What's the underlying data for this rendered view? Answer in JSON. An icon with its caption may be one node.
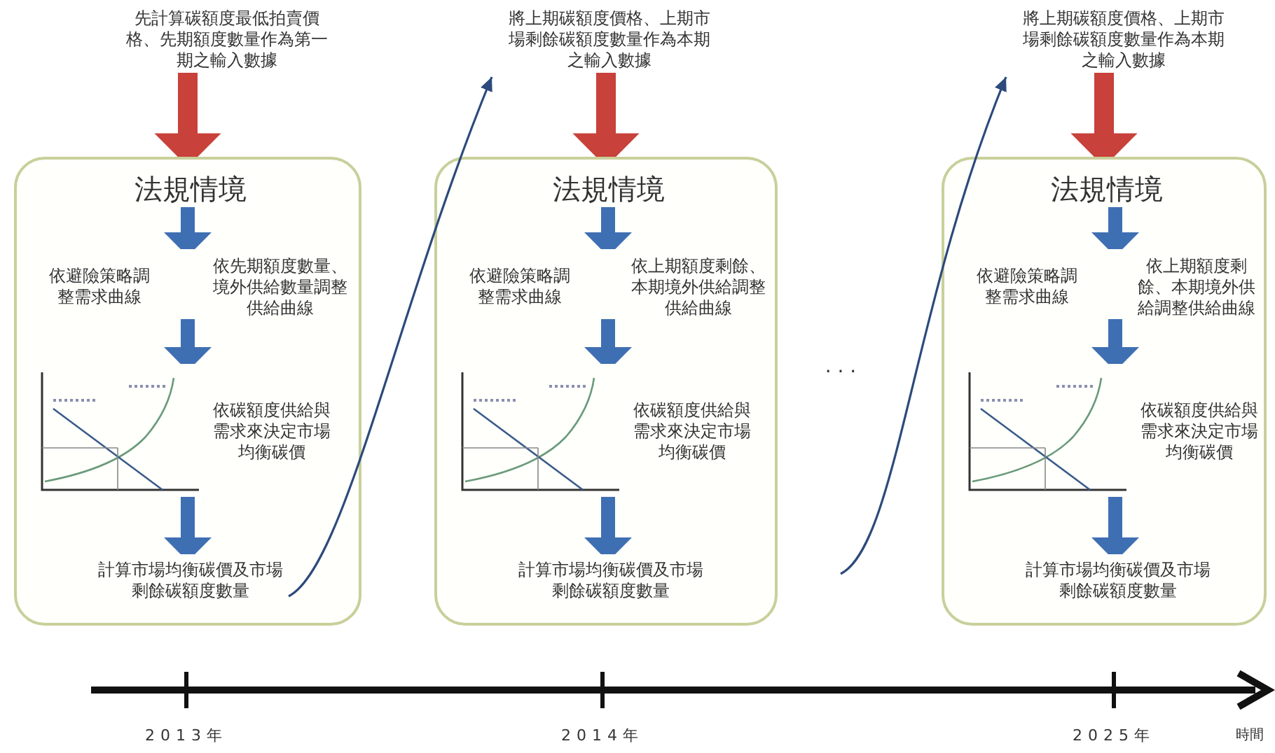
{
  "diagram": {
    "nodes": [
      {
        "text": [
          "先計算碳額度最低拍賣價格、先期額度數量作為第一期之輸入數據"
        ]
      },
      {
        "text": [],
        "shape": "box"
      },
      {
        "text": [
          "法規情境"
        ],
        "in": 1
      },
      {
        "text": [
          "依避險策略調整需求曲線"
        ],
        "in": 1
      },
      {
        "text": [
          "依先期額度數量、境外供給數量調整供給曲線"
        ],
        "in": 1
      },
      {
        "text": [],
        "shape": "picture",
        "in": 1,
        "beside": [
          "依碳額度供給與需求來決定市場均衡碳價"
        ]
      },
      {
        "text": [
          "計算市場均衡碳價及市場剩餘碳額度數量"
        ],
        "in": 1
      },
      {
        "text": [
          "將上期碳額度價格、上期市場剩餘碳額度數量作為本期之輸入數據"
        ]
      },
      {
        "text": [],
        "shape": "box"
      },
      {
        "text": [
          "法規情境"
        ],
        "in": 8
      },
      {
        "text": [
          "依避險策略調整需求曲線"
        ],
        "in": 8
      },
      {
        "text": [
          "依上期額度剩餘、本期境外供給調整供給曲線"
        ],
        "in": 8
      },
      {
        "text": [],
        "shape": "picture",
        "in": 8,
        "beside": [
          "依碳額度供給與需求來決定市場均衡碳價"
        ]
      },
      {
        "text": [
          "計算市場均衡碳價及市場剩餘碳額度數量"
        ],
        "in": 8
      },
      {
        "text": [
          "將上期碳額度價格、上期市場剩餘碳額度數量作為本期之輸入數據"
        ]
      },
      {
        "text": [],
        "shape": "box"
      },
      {
        "text": [
          "法規情境"
        ],
        "in": 15
      },
      {
        "text": [
          "依避險策略調整需求曲線"
        ],
        "in": 15
      },
      {
        "text": [
          "依上期額度剩餘、本期境外供給調整供給曲線"
        ],
        "in": 15
      },
      {
        "text": [],
        "shape": "picture",
        "in": 15,
        "beside": [
          "依碳額度供給與需求來決定市場均衡碳價"
        ]
      },
      {
        "text": [
          "計算市場均衡碳價及市場剩餘碳額度數量"
        ],
        "in": 15
      }
    ],
    "edges": [
      {
        "from": 0,
        "to": 1,
        "arrow": "to",
        "color": "#c8413a"
      },
      {
        "from": 2,
        "to": 3,
        "arrow": "to"
      },
      {
        "from": 2,
        "to": 4,
        "arrow": "to"
      },
      {
        "from": 4,
        "to": 5,
        "arrow": "to"
      },
      {
        "from": 5,
        "to": 6,
        "arrow": "to"
      },
      {
        "from": 7,
        "to": 8,
        "arrow": "to",
        "color": "#c8413a"
      },
      {
        "from": 9,
        "to": 10,
        "arrow": "to"
      },
      {
        "from": 9,
        "to": 11,
        "arrow": "to"
      },
      {
        "from": 11,
        "to": 12,
        "arrow": "to"
      },
      {
        "from": 12,
        "to": 13,
        "arrow": "to"
      },
      {
        "from": 14,
        "to": 15,
        "arrow": "to",
        "color": "#c8413a"
      },
      {
        "from": 16,
        "to": 17,
        "arrow": "to"
      },
      {
        "from": 16,
        "to": 18,
        "arrow": "to"
      },
      {
        "from": 18,
        "to": 19,
        "arrow": "to"
      },
      {
        "from": 19,
        "to": 20,
        "arrow": "to"
      },
      {
        "from": 6,
        "to": 7,
        "arrow": "to",
        "color": "#2c4a7c"
      },
      {
        "from": null,
        "to": 14,
        "arrow": "to",
        "color": "#2c4a7c"
      }
    ],
    "labels": [
      "· · ·",
      "2013年",
      "2014年",
      "2025年",
      "時間"
    ]
  }
}
